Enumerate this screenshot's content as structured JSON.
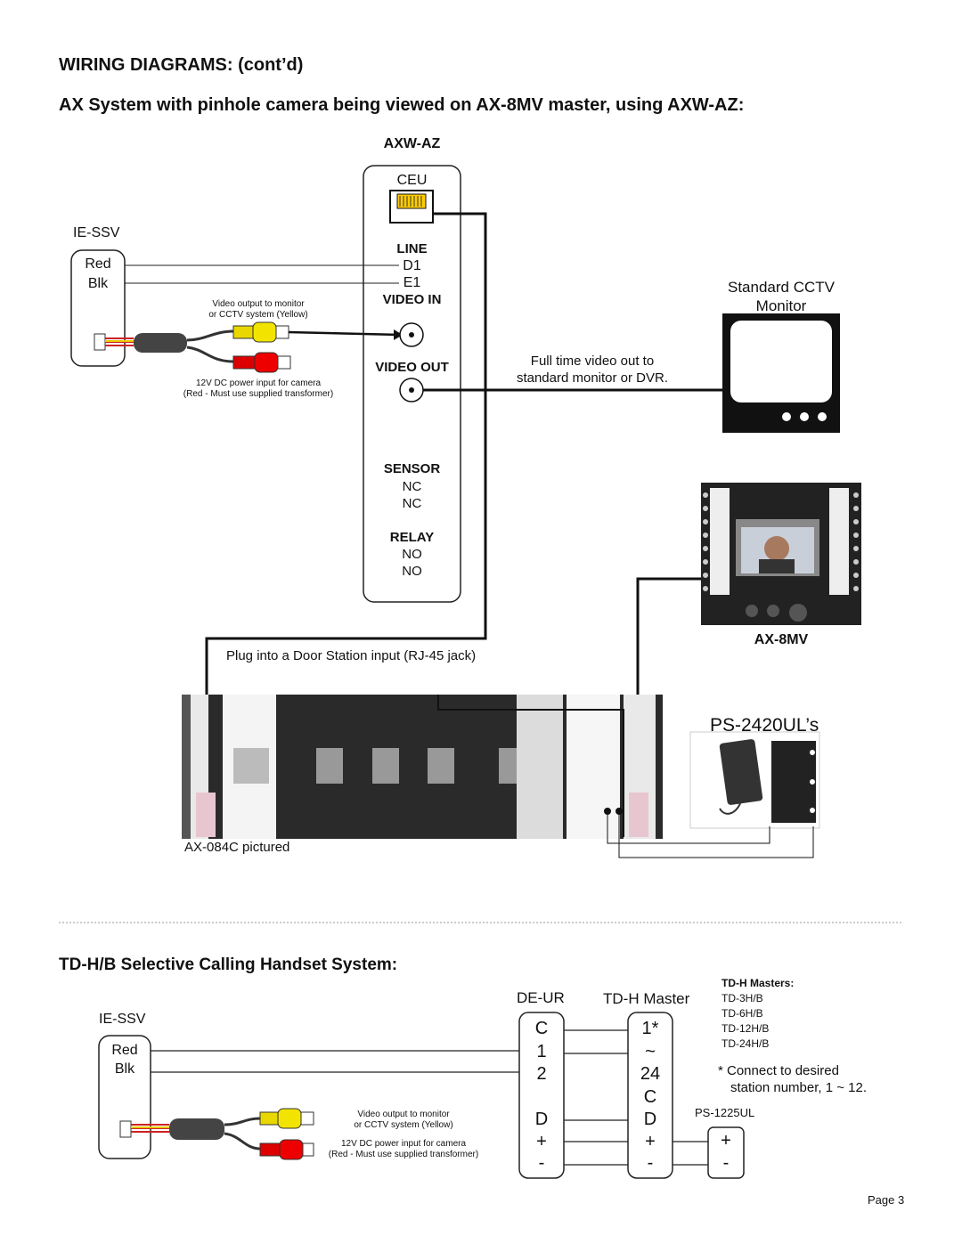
{
  "heading": "WIRING DIAGRAMS: (cont’d)",
  "subheading": "AX System with pinhole camera being viewed on AX-8MV master, using AXW-AZ:",
  "axw": {
    "title": "AXW-AZ",
    "ceu": "CEU",
    "line": "LINE",
    "d1": "D1",
    "e1": "E1",
    "video_in": "VIDEO IN",
    "video_out": "VIDEO OUT",
    "sensor": "SENSOR",
    "nc1": "NC",
    "nc2": "NC",
    "relay": "RELAY",
    "no1": "NO",
    "no2": "NO"
  },
  "iessv1": {
    "label": "IE-SSV",
    "red": "Red",
    "blk": "Blk",
    "video_note_1": "Video output to monitor",
    "video_note_2": "or CCTV system (Yellow)",
    "power_note_1": "12V DC power input for camera",
    "power_note_2": "(Red - Must use supplied transformer)"
  },
  "monitor": {
    "line1": "Standard CCTV",
    "line2": "Monitor"
  },
  "video_out_note": {
    "line1": "Full time video out to",
    "line2": "standard monitor or DVR."
  },
  "ax8mv_label": "AX-8MV",
  "plug_note": "Plug into a Door Station input (RJ-45 jack)",
  "ps_label": "PS-2420UL’s",
  "ax084c_label": "AX-084C pictured",
  "section2": {
    "title": "TD-H/B Selective Calling Handset System:",
    "iessv": "IE-SSV",
    "red": "Red",
    "blk": "Blk",
    "video_note_1": "Video output to monitor",
    "video_note_2": "or CCTV system (Yellow)",
    "power_note_1": "12V DC power input for camera",
    "power_note_2": "(Red - Must use supplied transformer)",
    "deur": "DE-UR",
    "deur_terms": [
      "C",
      "1",
      "2",
      "D",
      "+",
      "-"
    ],
    "tdh_master": "TD-H Master",
    "tdh_terms": [
      "1*",
      "~",
      "24",
      "C",
      "D",
      "+",
      "-"
    ],
    "masters_title": "TD-H Masters:",
    "masters": [
      "TD-3H/B",
      "TD-6H/B",
      "TD-12H/B",
      "TD-24H/B"
    ],
    "connect_note_1": "* Connect to desired",
    "connect_note_2": "station number, 1 ~ 12.",
    "ps": "PS-1225UL",
    "ps_terms": [
      "+",
      "-"
    ]
  },
  "page": "Page 3"
}
